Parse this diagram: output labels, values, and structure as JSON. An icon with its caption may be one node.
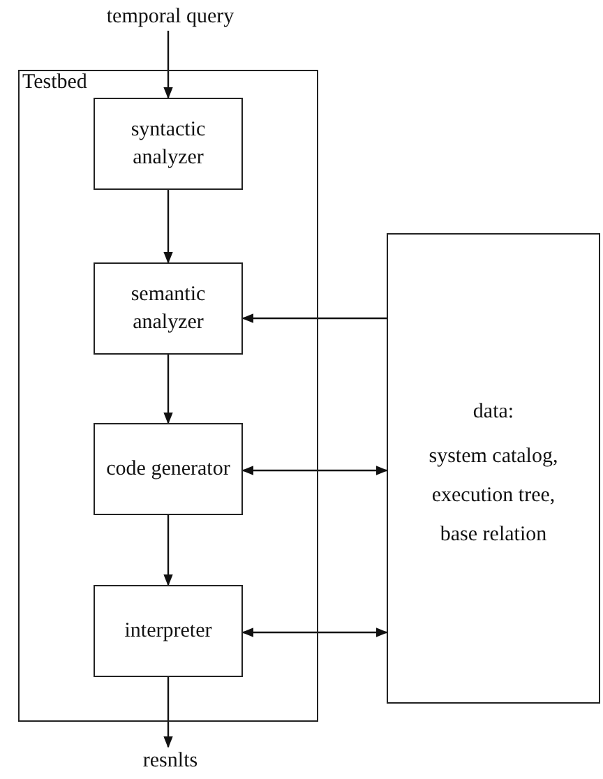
{
  "diagram": {
    "nodes": [
      {
        "text": [
          "temporal query"
        ]
      },
      {
        "text": [
          "Testbed"
        ]
      },
      {
        "text": [
          "syntactic analyzer"
        ],
        "in": 1
      },
      {
        "text": [
          "semantic analyzer"
        ],
        "in": 1
      },
      {
        "text": [
          "code generator"
        ],
        "in": 1
      },
      {
        "text": [
          "interpreter"
        ],
        "in": 1
      },
      {
        "text": [
          "data:",
          "system catalog, execution tree, base relation"
        ]
      },
      {
        "text": [
          "resnlts"
        ]
      }
    ],
    "edges": [
      {
        "from": 0,
        "to": 2,
        "arrow": "to"
      },
      {
        "from": 2,
        "to": 3,
        "arrow": "to"
      },
      {
        "from": 3,
        "to": 4,
        "arrow": "to"
      },
      {
        "from": 4,
        "to": 5,
        "arrow": "to"
      },
      {
        "from": 5,
        "to": 7,
        "arrow": "to"
      },
      {
        "from": 6,
        "to": 3,
        "arrow": "to"
      },
      {
        "from": 4,
        "to": 6,
        "arrow": "both"
      },
      {
        "from": 5,
        "to": 6,
        "arrow": "both"
      }
    ]
  }
}
